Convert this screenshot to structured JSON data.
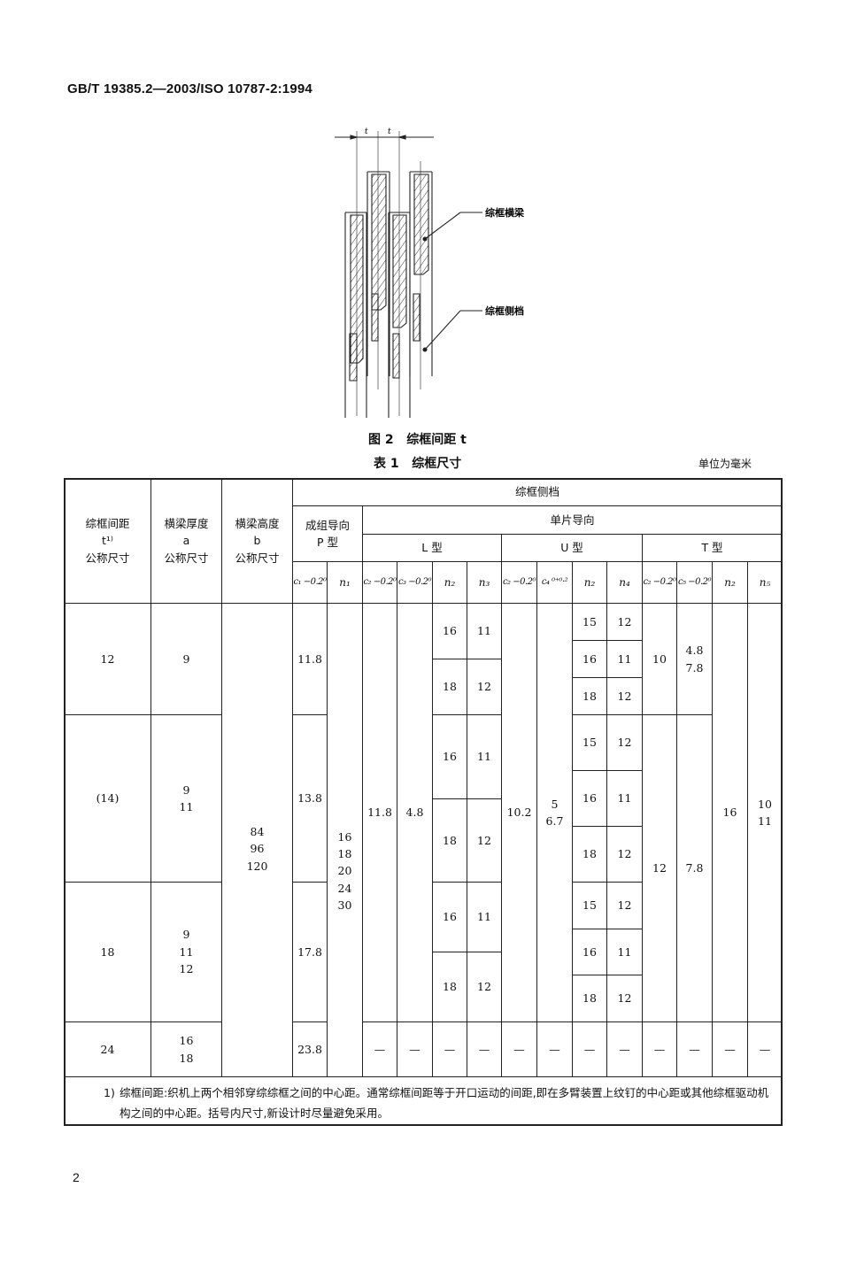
{
  "header": {
    "standard_code": "GB/T 19385.2—2003/ISO 10787-2:1994"
  },
  "figure": {
    "caption": "图 2   综框间距 t",
    "dimension_label_left": "t",
    "dimension_label_right": "t",
    "callouts": [
      "综框横梁",
      "综框侧档"
    ]
  },
  "table": {
    "caption": "表 1   综框尺寸",
    "unit": "单位为毫米",
    "headers": {
      "col_t": "综框间距\nt¹⁾\n公称尺寸",
      "col_a": "横梁厚度\na\n公称尺寸",
      "col_b": "横梁高度\nb\n公称尺寸",
      "side": "综框侧档",
      "group": "成组导向\nP 型",
      "single": "单片导向",
      "L": "L 型",
      "U": "U 型",
      "T": "T 型",
      "sub": [
        "c₁ −0.2⁰",
        "n₁",
        "c₂ −0.2⁰",
        "c₃ −0.2⁰",
        "n₂",
        "n₃",
        "c₂ −0.2⁰",
        "c₄ ⁰⁺⁰·²",
        "n₂",
        "n₄",
        "c₂ −0.2⁰",
        "c₅ −0.2⁰",
        "n₂",
        "n₅"
      ]
    },
    "body": {
      "t": [
        "12",
        "(14)",
        "18",
        "24"
      ],
      "a": [
        "9",
        "9\n11",
        "9\n11\n12",
        "16\n18"
      ],
      "b": "84\n96\n120",
      "c1": [
        "11.8",
        "13.8",
        "17.8",
        "23.8"
      ],
      "n1": "16\n18\n20\n24\n30",
      "L_c2": "11.8",
      "L_c3": "4.8",
      "L_n2n3": [
        [
          "16",
          "11"
        ],
        [
          "18",
          "12"
        ],
        [
          "16",
          "11"
        ],
        [
          "18",
          "12"
        ],
        [
          "16",
          "11"
        ],
        [
          "18",
          "12"
        ]
      ],
      "U_c2": "10.2",
      "U_c4": "5\n6.7",
      "U_n2n4": [
        [
          "15",
          "12"
        ],
        [
          "16",
          "11"
        ],
        [
          "18",
          "12"
        ],
        [
          "15",
          "12"
        ],
        [
          "16",
          "11"
        ],
        [
          "18",
          "12"
        ],
        [
          "15",
          "12"
        ],
        [
          "16",
          "11"
        ],
        [
          "18",
          "12"
        ]
      ],
      "T_c2": [
        "10",
        "12"
      ],
      "T_c5": [
        "4.8\n7.8",
        "7.8"
      ],
      "T_n2": "16",
      "T_n5": "10\n11",
      "last_row_dash": "—"
    },
    "footnote_mark": "1)",
    "footnote": "综框间距:织机上两个相邻穿综综框之间的中心距。通常综框间距等于开口运动的间距,即在多臂装置上纹钉的中心距或其他综框驱动机构之间的中心距。括号内尺寸,新设计时尽量避免采用。"
  },
  "page_number": "2"
}
